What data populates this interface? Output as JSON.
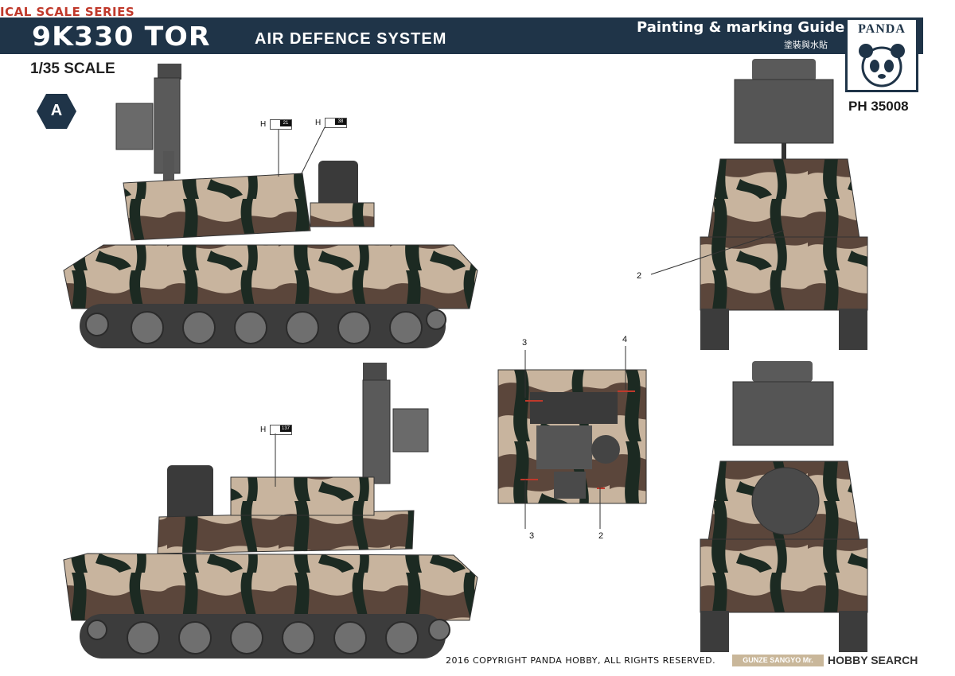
{
  "header": {
    "series": "ICAL SCALE SERIES",
    "title": "9K330 TOR",
    "subtitle": "AIR DEFENCE SYSTEM",
    "guide": "Painting & marking Guide",
    "guide_cn": "塗裝與水貼",
    "scale": "1/35 SCALE"
  },
  "brand": {
    "logo": "PANDA",
    "code": "PH 35008"
  },
  "scheme": {
    "badge": "A"
  },
  "hlabels": [
    {
      "h": "H",
      "n": "21"
    },
    {
      "h": "H",
      "n": "38"
    },
    {
      "h": "H",
      "n": "137"
    }
  ],
  "callouts": [
    "2",
    "3",
    "4",
    "3",
    "2"
  ],
  "footer": {
    "copyright": "2016 COPYRIGHT PANDA HOBBY, ALL RIGHTS RESERVED.",
    "mr": "GUNZE SANGYO Mr.",
    "hs": "HOBBY SEARCH"
  },
  "colors": {
    "band": "#1f3448",
    "camo_light": "#c8b49e",
    "camo_brown": "#5b463b",
    "camo_dark": "#1c2a22",
    "accent": "#c0392b"
  }
}
